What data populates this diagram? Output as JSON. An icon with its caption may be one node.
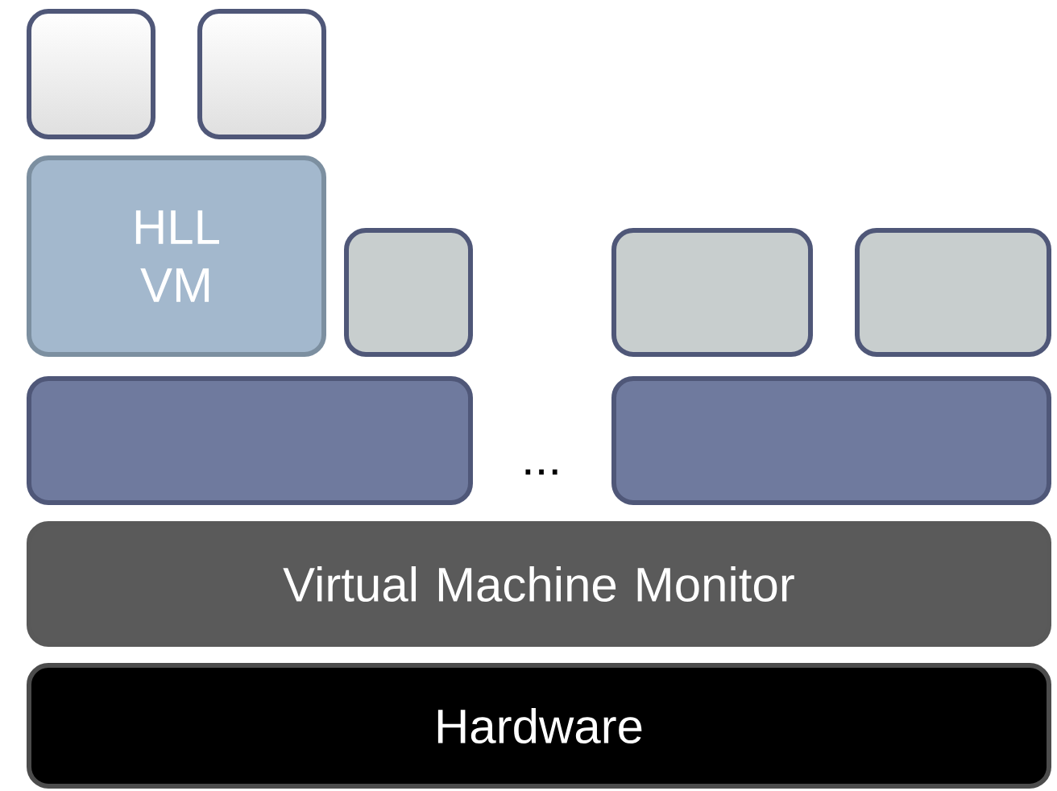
{
  "diagram": {
    "nodes": [
      {
        "text": [],
        "shape": "box"
      },
      {
        "text": [],
        "shape": "box"
      },
      {
        "text": [
          "HLL VM"
        ]
      },
      {
        "text": [],
        "shape": "box"
      },
      {
        "text": [],
        "shape": "box"
      },
      {
        "text": [],
        "shape": "box"
      },
      {
        "text": [],
        "shape": "box"
      },
      {
        "text": [],
        "shape": "box"
      },
      {
        "text": [
          "Virtual Machine Monitor"
        ]
      },
      {
        "text": [
          "Hardware"
        ]
      }
    ],
    "labels": [
      "..."
    ]
  }
}
